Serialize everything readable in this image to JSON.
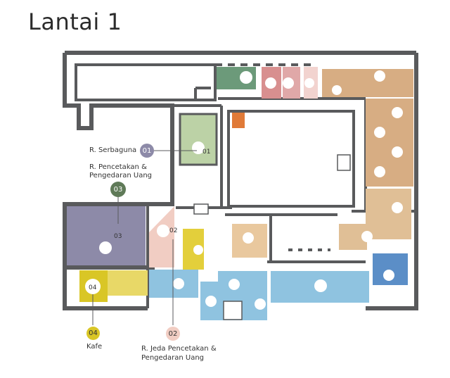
{
  "floor_title": "Lantai 1",
  "colors": {
    "wall": "#595a5c",
    "serbaguna": "#8d8aa8",
    "pencetakan": "#5f7a58",
    "jeda": "#f1cdc3",
    "kafe": "#d9c626",
    "blue_room": "#8fc3e0",
    "wood_room": "#d7ad83",
    "green_room": "#bcd2a6",
    "red_room": "#d88f8f"
  },
  "rooms": [
    {
      "number": "01",
      "name": "R. Serbaguna",
      "color": "#8d8aa8"
    },
    {
      "number": "03",
      "name_lines": [
        "R. Pencetakan &",
        "Pengedaran Uang"
      ],
      "color": "#5f7a58"
    },
    {
      "number": "04",
      "name": "Kafe",
      "color": "#d9c626"
    },
    {
      "number": "02",
      "name_lines": [
        "R. Jeda Pencetakan &",
        "Pengedaran Uang"
      ],
      "color": "#f1cdc3"
    }
  ],
  "plan_labels": {
    "room01": "01",
    "room02": "02",
    "room03": "03",
    "room04": "04"
  }
}
